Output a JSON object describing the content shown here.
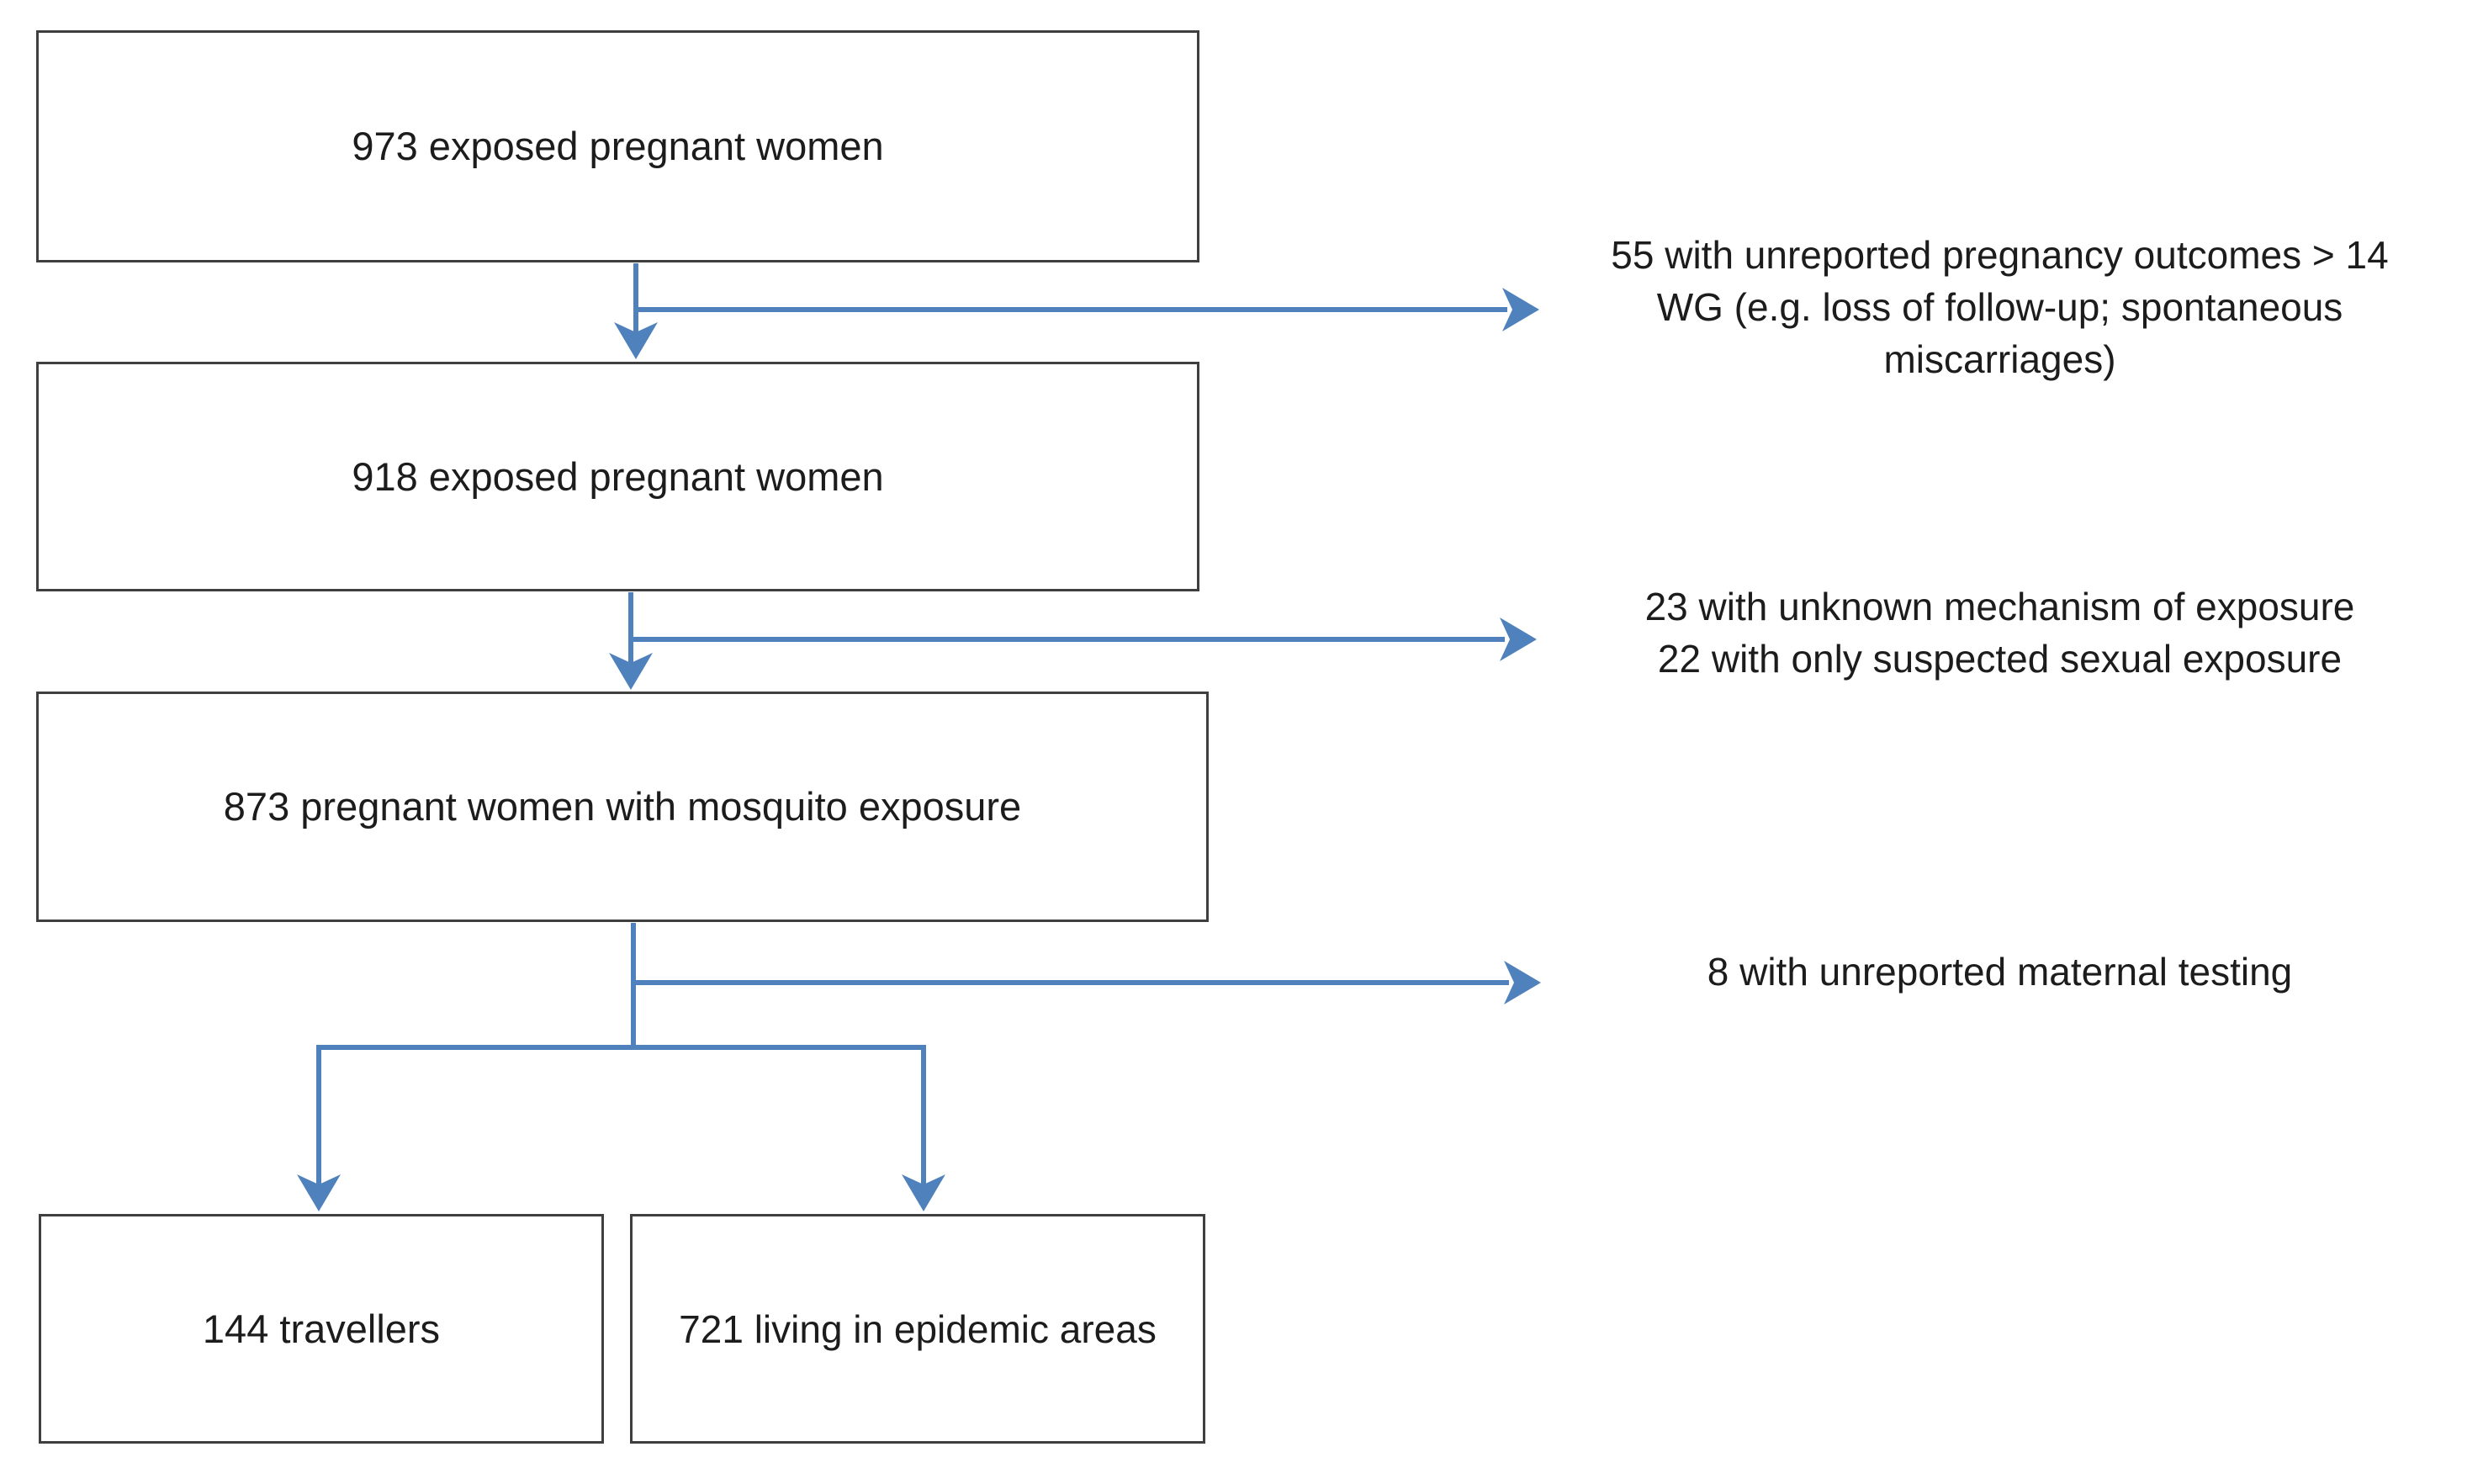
{
  "diagram": {
    "type": "flowchart",
    "boxes": [
      {
        "id": "box-973",
        "label": "973 exposed pregnant women"
      },
      {
        "id": "box-918",
        "label": "918 exposed pregnant women"
      },
      {
        "id": "box-873",
        "label": "873 pregnant women with mosquito exposure"
      },
      {
        "id": "box-trav",
        "label": "144 travellers"
      },
      {
        "id": "box-epidemic",
        "label": "721 living in epidemic areas"
      }
    ],
    "exclusion_notes": [
      {
        "id": "note-55",
        "text": "55 with unreported pregnancy outcomes > 14\nWG  (e.g. loss of follow-up; spontaneous\nmiscarriages)"
      },
      {
        "id": "note-23-22",
        "text": "23 with unknown mechanism of exposure\n22 with only suspected sexual exposure"
      },
      {
        "id": "note-8",
        "text": "8 with unreported maternal testing"
      }
    ],
    "flow": [
      {
        "from": "973 exposed pregnant women",
        "to": "918 exposed pregnant women",
        "excluded": "55 with unreported pregnancy outcomes > 14 WG"
      },
      {
        "from": "918 exposed pregnant women",
        "to": "873 pregnant women with mosquito exposure",
        "excluded": "23 unknown mechanism; 22 only suspected sexual exposure"
      },
      {
        "from": "873 pregnant women with mosquito exposure",
        "to": [
          "144 travellers",
          "721 living in epidemic areas"
        ],
        "excluded": "8 with unreported maternal testing"
      }
    ],
    "colors": {
      "arrow": "#4f81bd",
      "box_border": "#3f3f3f",
      "text": "#1c1c1c",
      "background": "#ffffff"
    }
  }
}
